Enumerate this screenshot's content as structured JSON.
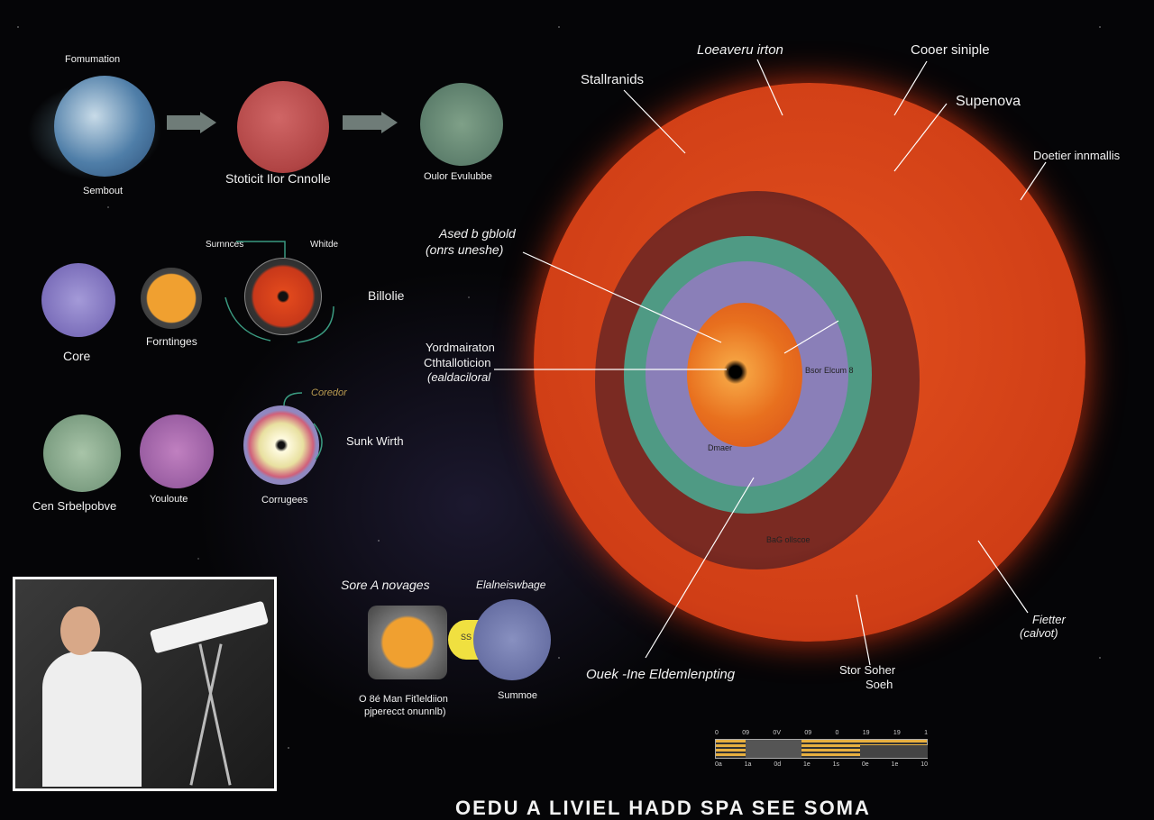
{
  "top_row": {
    "heading": "Fomumation",
    "stage1_caption": "Sembout",
    "stage2_caption": "Stoticit Ilor Cnnolle",
    "stage3_caption": "Oulor Evulubbe"
  },
  "middle_row": {
    "core": "Core",
    "fortinges": "Forntinges",
    "surfaces": "Surnnces",
    "whitde": "Whitde",
    "billolie": "Billolie"
  },
  "third_row": {
    "cen": "Cen Srbelpobve",
    "yoluite": "Youloute",
    "corrugees": "Corrugees",
    "coredor": "Coredor",
    "sunk": "Sunk Wirth"
  },
  "lower_left": {
    "sore": "Sore A novages",
    "ela": "Elalneiswbage",
    "caption_1": "O 8é Man Fiťleldiion",
    "caption_2": "pjperecct onunnlb)",
    "summoe": "Summoe",
    "tag": "SS"
  },
  "sun_labels": {
    "stallranids": "Stallranids",
    "loeaveru": "Loeaveru irton",
    "cooer": "Cooer siniple",
    "supenova": "Supenova",
    "doetier": "Doetier innmallis",
    "ased_1": "Ased b gblold",
    "ased_2": "(onrs uneshe)",
    "yord_1": "Yordmairaton",
    "yord_2": "Cthtalloticion",
    "yord_3": "(ealdaciloral",
    "ouek": "Ouek -Ine Eldemlenpting",
    "fietter_1": "Fietter",
    "fietter_2": "(calvot)",
    "stor_1": "Stor Soher",
    "stor_2": "Soeh",
    "inner_1": "Bsor Elcum 8",
    "inner_2": "Dmaer",
    "inner_3": "BaG ollscoe"
  },
  "scale_bar": {
    "top_ticks": [
      "0",
      "09",
      "0V",
      "09",
      "0",
      "19",
      "19",
      "1"
    ],
    "bottom_ticks": [
      "0a",
      "1a",
      "0d",
      "1e",
      "1s",
      "0e",
      "1e",
      "10"
    ]
  },
  "footer_title": "OEDU A LIVIEL HADD SPA SEE SOMA",
  "colors": {
    "sun": "#d8401a",
    "teal": "#4f9a84",
    "lavender": "#8a7fb8",
    "maroon": "#7a2a22",
    "arrow": "#7d8a86"
  }
}
